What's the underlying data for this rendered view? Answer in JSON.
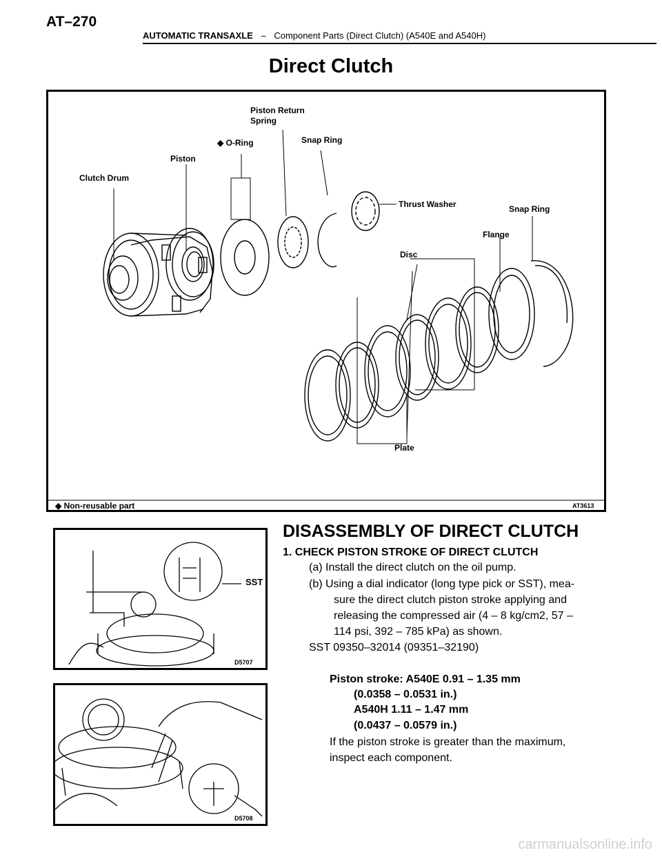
{
  "header": {
    "page_number": "AT–270",
    "section": "AUTOMATIC TRANSAXLE",
    "separator": "–",
    "subsection": "Component Parts (Direct Clutch) (A540E and A540H)"
  },
  "title": "Direct Clutch",
  "figure": {
    "labels": {
      "piston_return_spring_1": "Piston Return",
      "piston_return_spring_2": "Spring",
      "o_ring": "◆ O-Ring",
      "snap_ring_1": "Snap Ring",
      "piston": "Piston",
      "clutch_drum": "Clutch Drum",
      "thrust_washer": "Thrust Washer",
      "snap_ring_2": "Snap Ring",
      "flange": "Flange",
      "disc": "Disc",
      "plate": "Plate"
    },
    "legend": "◆ Non-reusable part",
    "code": "AT3613"
  },
  "photo1": {
    "label": "SST",
    "code": "D5707"
  },
  "photo2": {
    "code": "D5708"
  },
  "disassembly": {
    "heading": "DISASSEMBLY OF DIRECT CLUTCH",
    "step1": "1. CHECK PISTON STROKE OF DIRECT CLUTCH",
    "a": "(a) Install the direct clutch on the oil pump.",
    "b1": "(b) Using a dial indicator (long type pick or SST), mea-",
    "b2": "sure the direct clutch piston stroke applying and",
    "b3": "releasing the compressed air (4 – 8 kg/cm2, 57 –",
    "b4": "114 psi, 392 – 785 kPa) as shown.",
    "sst": "SST  09350–32014 (09351–32190)",
    "stroke1": "Piston stroke: A540E 0.91 – 1.35 mm",
    "stroke2": "(0.0358 – 0.0531 in.)",
    "stroke3": "A540H 1.11 – 1.47 mm",
    "stroke4": "(0.0437 – 0.0579 in.)",
    "note1": "If the piston stroke is greater than the maximum,",
    "note2": "inspect each component."
  },
  "watermark": "carmanualsonline.info"
}
